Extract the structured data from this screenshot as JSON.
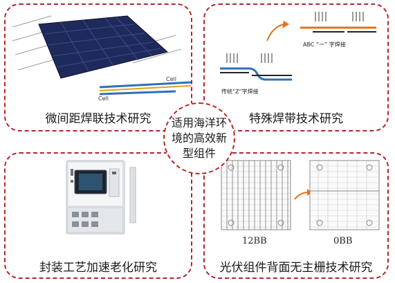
{
  "center": {
    "text": "适用海洋环境的高效新型组件"
  },
  "panels": {
    "top_left": {
      "title": "微间距焊联技术研究",
      "cell_upper": "Cell",
      "cell_lower": "Cell"
    },
    "top_right": {
      "title": "特殊焊带技术研究",
      "left_caption": "传统“Z”字焊接",
      "right_caption": "ABC “一” 字焊接"
    },
    "bottom_left": {
      "title": "封装工艺加速老化研究"
    },
    "bottom_right": {
      "title": "光伏组件背面无主栅技术研究",
      "left_module": "12BB",
      "right_module": "0BB"
    }
  },
  "colors": {
    "accent_border": "#b3262a",
    "ribbon_orange": "#e0731c",
    "ribbon_blue": "#2f6fb8",
    "cell_navy": "#1f2a5c"
  }
}
